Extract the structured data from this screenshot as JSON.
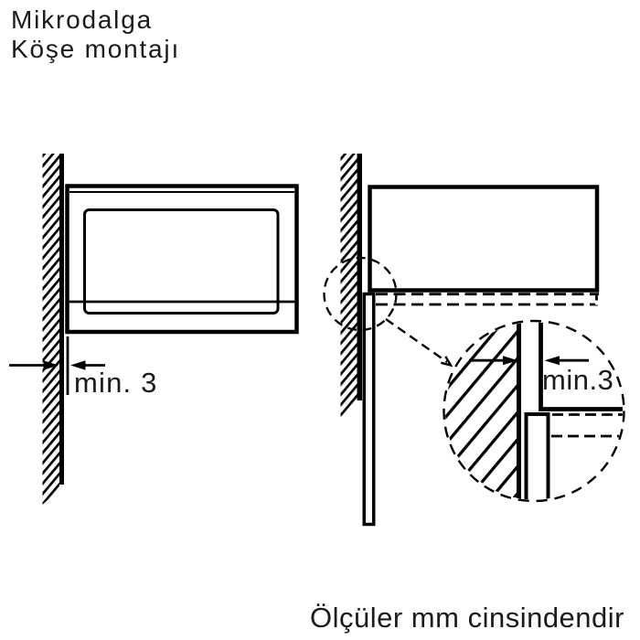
{
  "page": {
    "title_line1": "Mikrodalga",
    "title_line2": "Köşe montajı",
    "units_note": "Ölçüler mm cinsindendir"
  },
  "front_view": {
    "dimension_label": "min. 3"
  },
  "detail_view": {
    "dimension_label": "min.3"
  },
  "colors": {
    "line": "#000000",
    "text": "#1b1b1b",
    "background": "#ffffff"
  }
}
